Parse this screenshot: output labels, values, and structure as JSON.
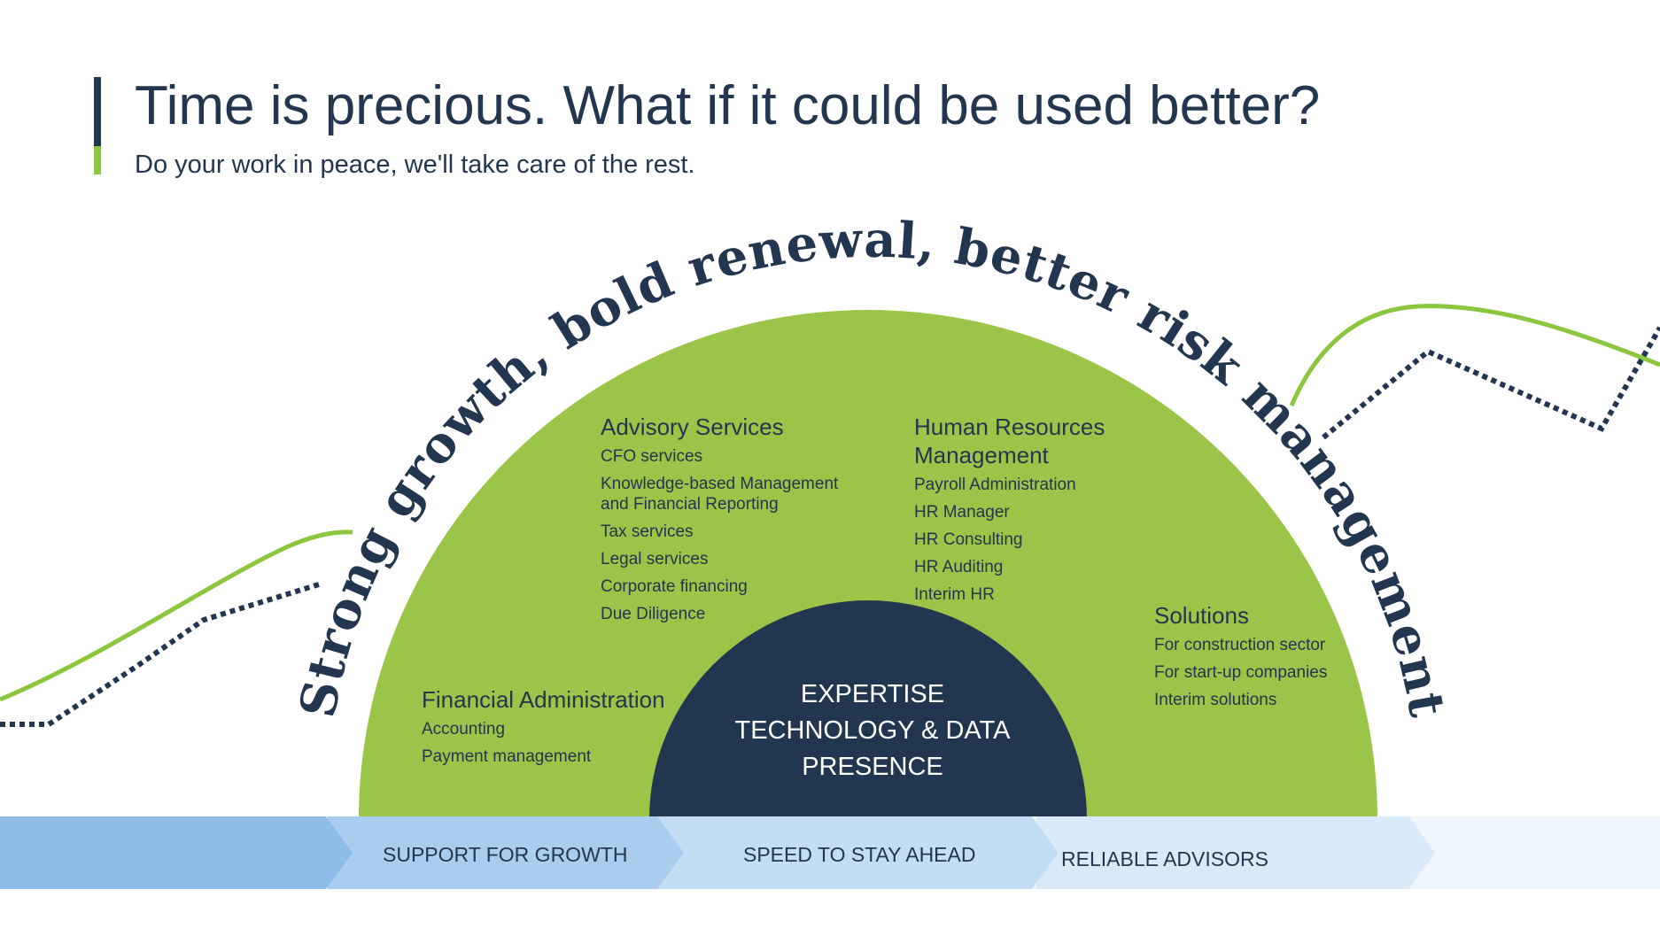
{
  "header": {
    "title": "Time is precious. What if it could be used better?",
    "subtitle": "Do your work in peace, we'll take care of the rest."
  },
  "arc_text": "Strong growth, bold renewal, better risk management",
  "sections": {
    "advisory": {
      "heading": "Advisory Services",
      "items": [
        "CFO services",
        "Knowledge-based Management and Financial Reporting",
        "Tax services",
        "Legal services",
        "Corporate financing",
        "Due Diligence"
      ]
    },
    "hr": {
      "heading": "Human Resources Management",
      "items": [
        "Payroll Administration",
        "HR Manager",
        "HR Consulting",
        "HR Auditing",
        "Interim HR"
      ]
    },
    "solutions": {
      "heading": "Solutions",
      "items": [
        "For construction sector",
        "For start-up companies",
        "Interim solutions"
      ]
    },
    "financial": {
      "heading": "Financial Administration",
      "items": [
        "Accounting",
        "Payment management"
      ]
    }
  },
  "core": {
    "lines": [
      "EXPERTISE",
      "TECHNOLOGY & DATA",
      "PRESENCE"
    ]
  },
  "arrows": [
    "SUPPORT FOR GROWTH",
    "SPEED TO STAY AHEAD",
    "RELIABLE ADVISORS"
  ],
  "colors": {
    "navy": "#22364f",
    "green": "#8cc63f",
    "dome_green": "#9bc548",
    "arrow_1": "#8fbde8",
    "arrow_2": "#a9cdef",
    "arrow_3": "#c3ddf4",
    "arrow_4": "#dbeaf8",
    "arrow_5": "#eef5fc"
  }
}
